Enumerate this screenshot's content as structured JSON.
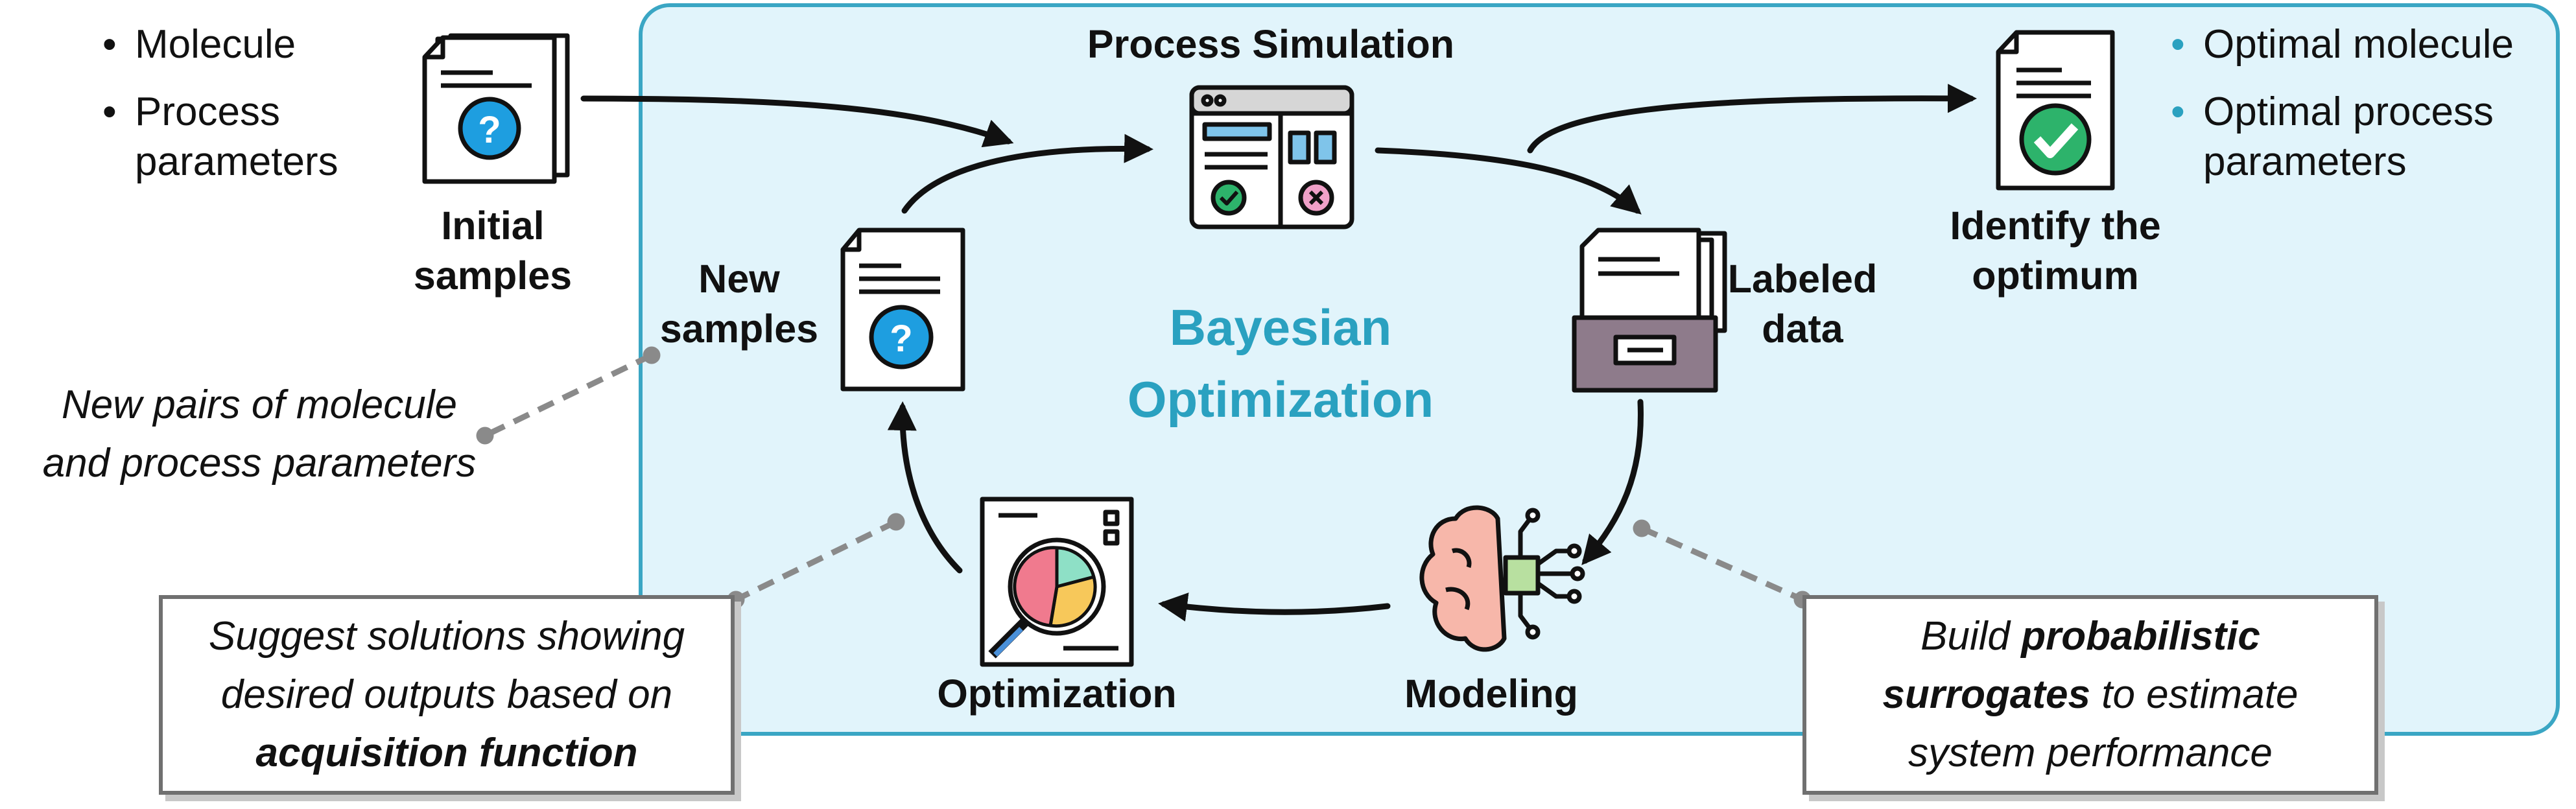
{
  "center_title": [
    "Bayesian",
    "Optimization"
  ],
  "inputs": {
    "items": [
      "Molecule",
      "Process parameters"
    ]
  },
  "outputs": {
    "items": [
      "Optimal molecule",
      "Optimal process parameters"
    ]
  },
  "nodes": {
    "initial_samples": "Initial samples",
    "process_simulation": "Process Simulation",
    "identify_optimum": "Identify the optimum",
    "new_samples": "New samples",
    "labeled_data": "Labeled data",
    "modeling": "Modeling",
    "optimization": "Optimization"
  },
  "notes": {
    "new_pairs": [
      "New pairs of molecule",
      "and process parameters"
    ],
    "acquisition": {
      "pre": "Suggest solutions showing desired outputs based on",
      "bold": "acquisition function"
    },
    "surrogates": {
      "pre": "Build",
      "bold": "probabilistic surrogates",
      "post": "to estimate system performance"
    }
  },
  "colors": {
    "panel_fill": "#e1f4fb",
    "panel_border": "#3aa6c4",
    "accent_text": "#2aa1c0",
    "question_icon": "#1e9ee0",
    "check_icon": "#2db36b",
    "connector": "#8a8a8a",
    "arrows": "#111111"
  }
}
